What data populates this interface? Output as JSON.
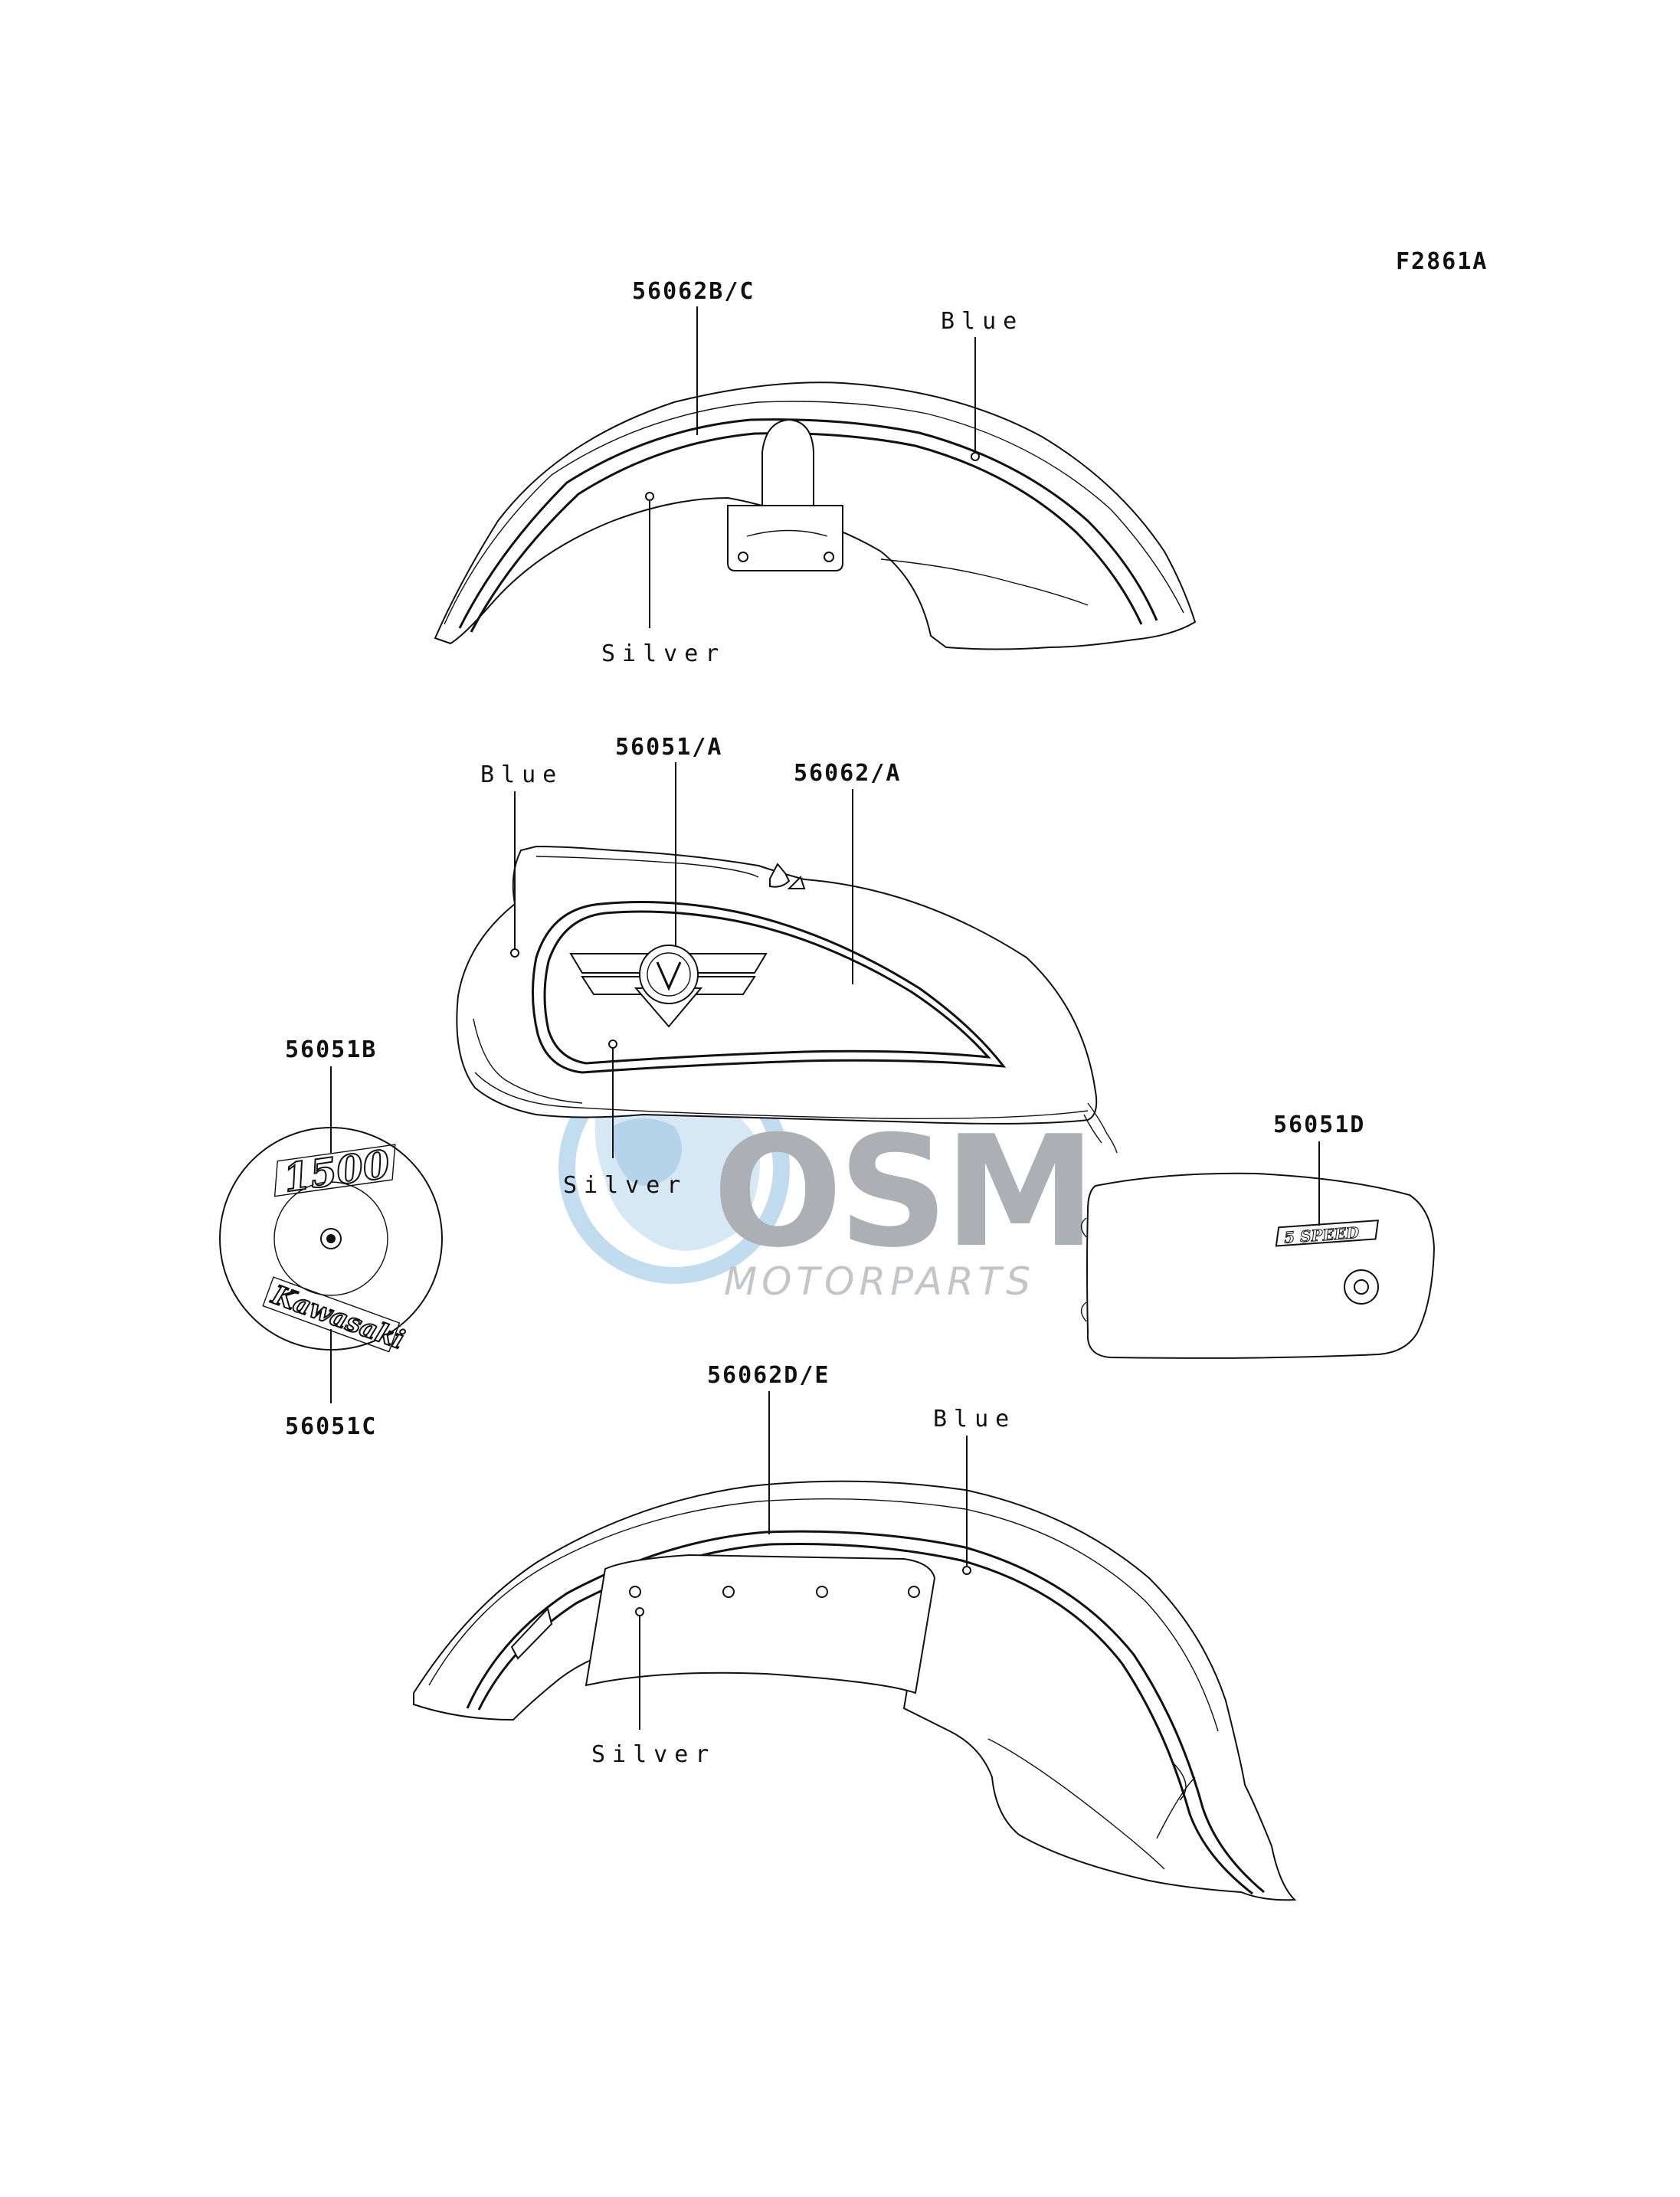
{
  "figure_code": "F2861A",
  "parts": {
    "front_fender": {
      "label_stripe": "56062B/C",
      "color_top": "Blue",
      "color_bottom": "Silver"
    },
    "fuel_tank": {
      "color_top": "Blue",
      "label_emblem": "56051/A",
      "label_stripe": "56062/A",
      "color_bottom": "Silver"
    },
    "clutch_cover_emblem": {
      "label_top": "56051B",
      "label_bottom": "56051C",
      "emblem_number": "1500",
      "emblem_brand": "Kawasaki"
    },
    "side_cover": {
      "label": "56051D",
      "emblem_text": "5 SPEED"
    },
    "rear_fender": {
      "label_stripe": "56062D/E",
      "color_top": "Blue",
      "color_bottom": "Silver"
    }
  },
  "watermark": {
    "brand": "OSM",
    "tagline": "MOTORPARTS"
  }
}
